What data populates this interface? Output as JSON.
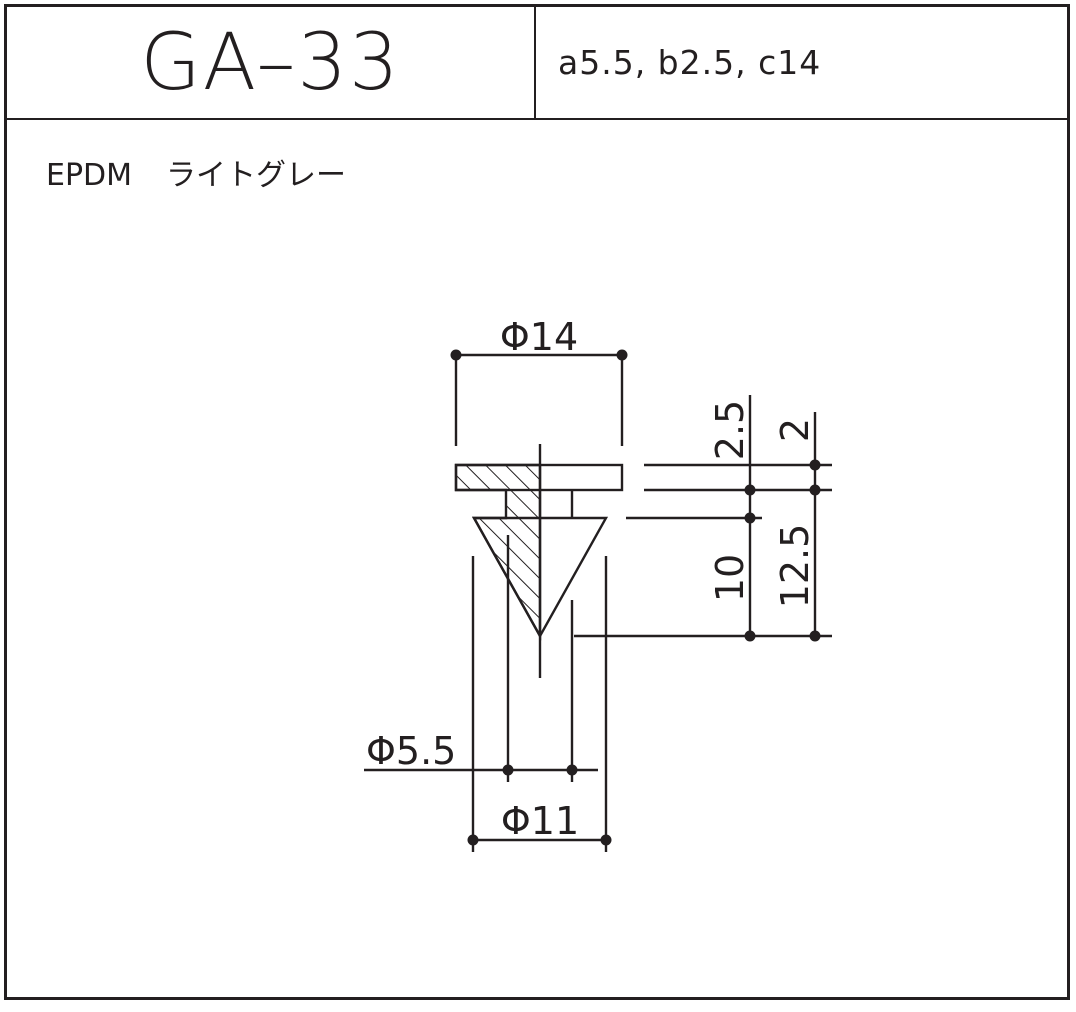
{
  "header": {
    "part_code": "GA–33",
    "dimensions": "a5.5, b2.5, c14"
  },
  "material": {
    "name": "EPDM",
    "color": "ライトグレー"
  },
  "drawing": {
    "top_diameter": "Φ14",
    "thickness_top": "2.5",
    "gap_height": "2",
    "cone_height": "10",
    "total_lower_height": "12.5",
    "stem_diameter": "Φ5.5",
    "cone_diameter": "Φ11"
  },
  "colors": {
    "line": "#231f20",
    "background": "#ffffff"
  }
}
